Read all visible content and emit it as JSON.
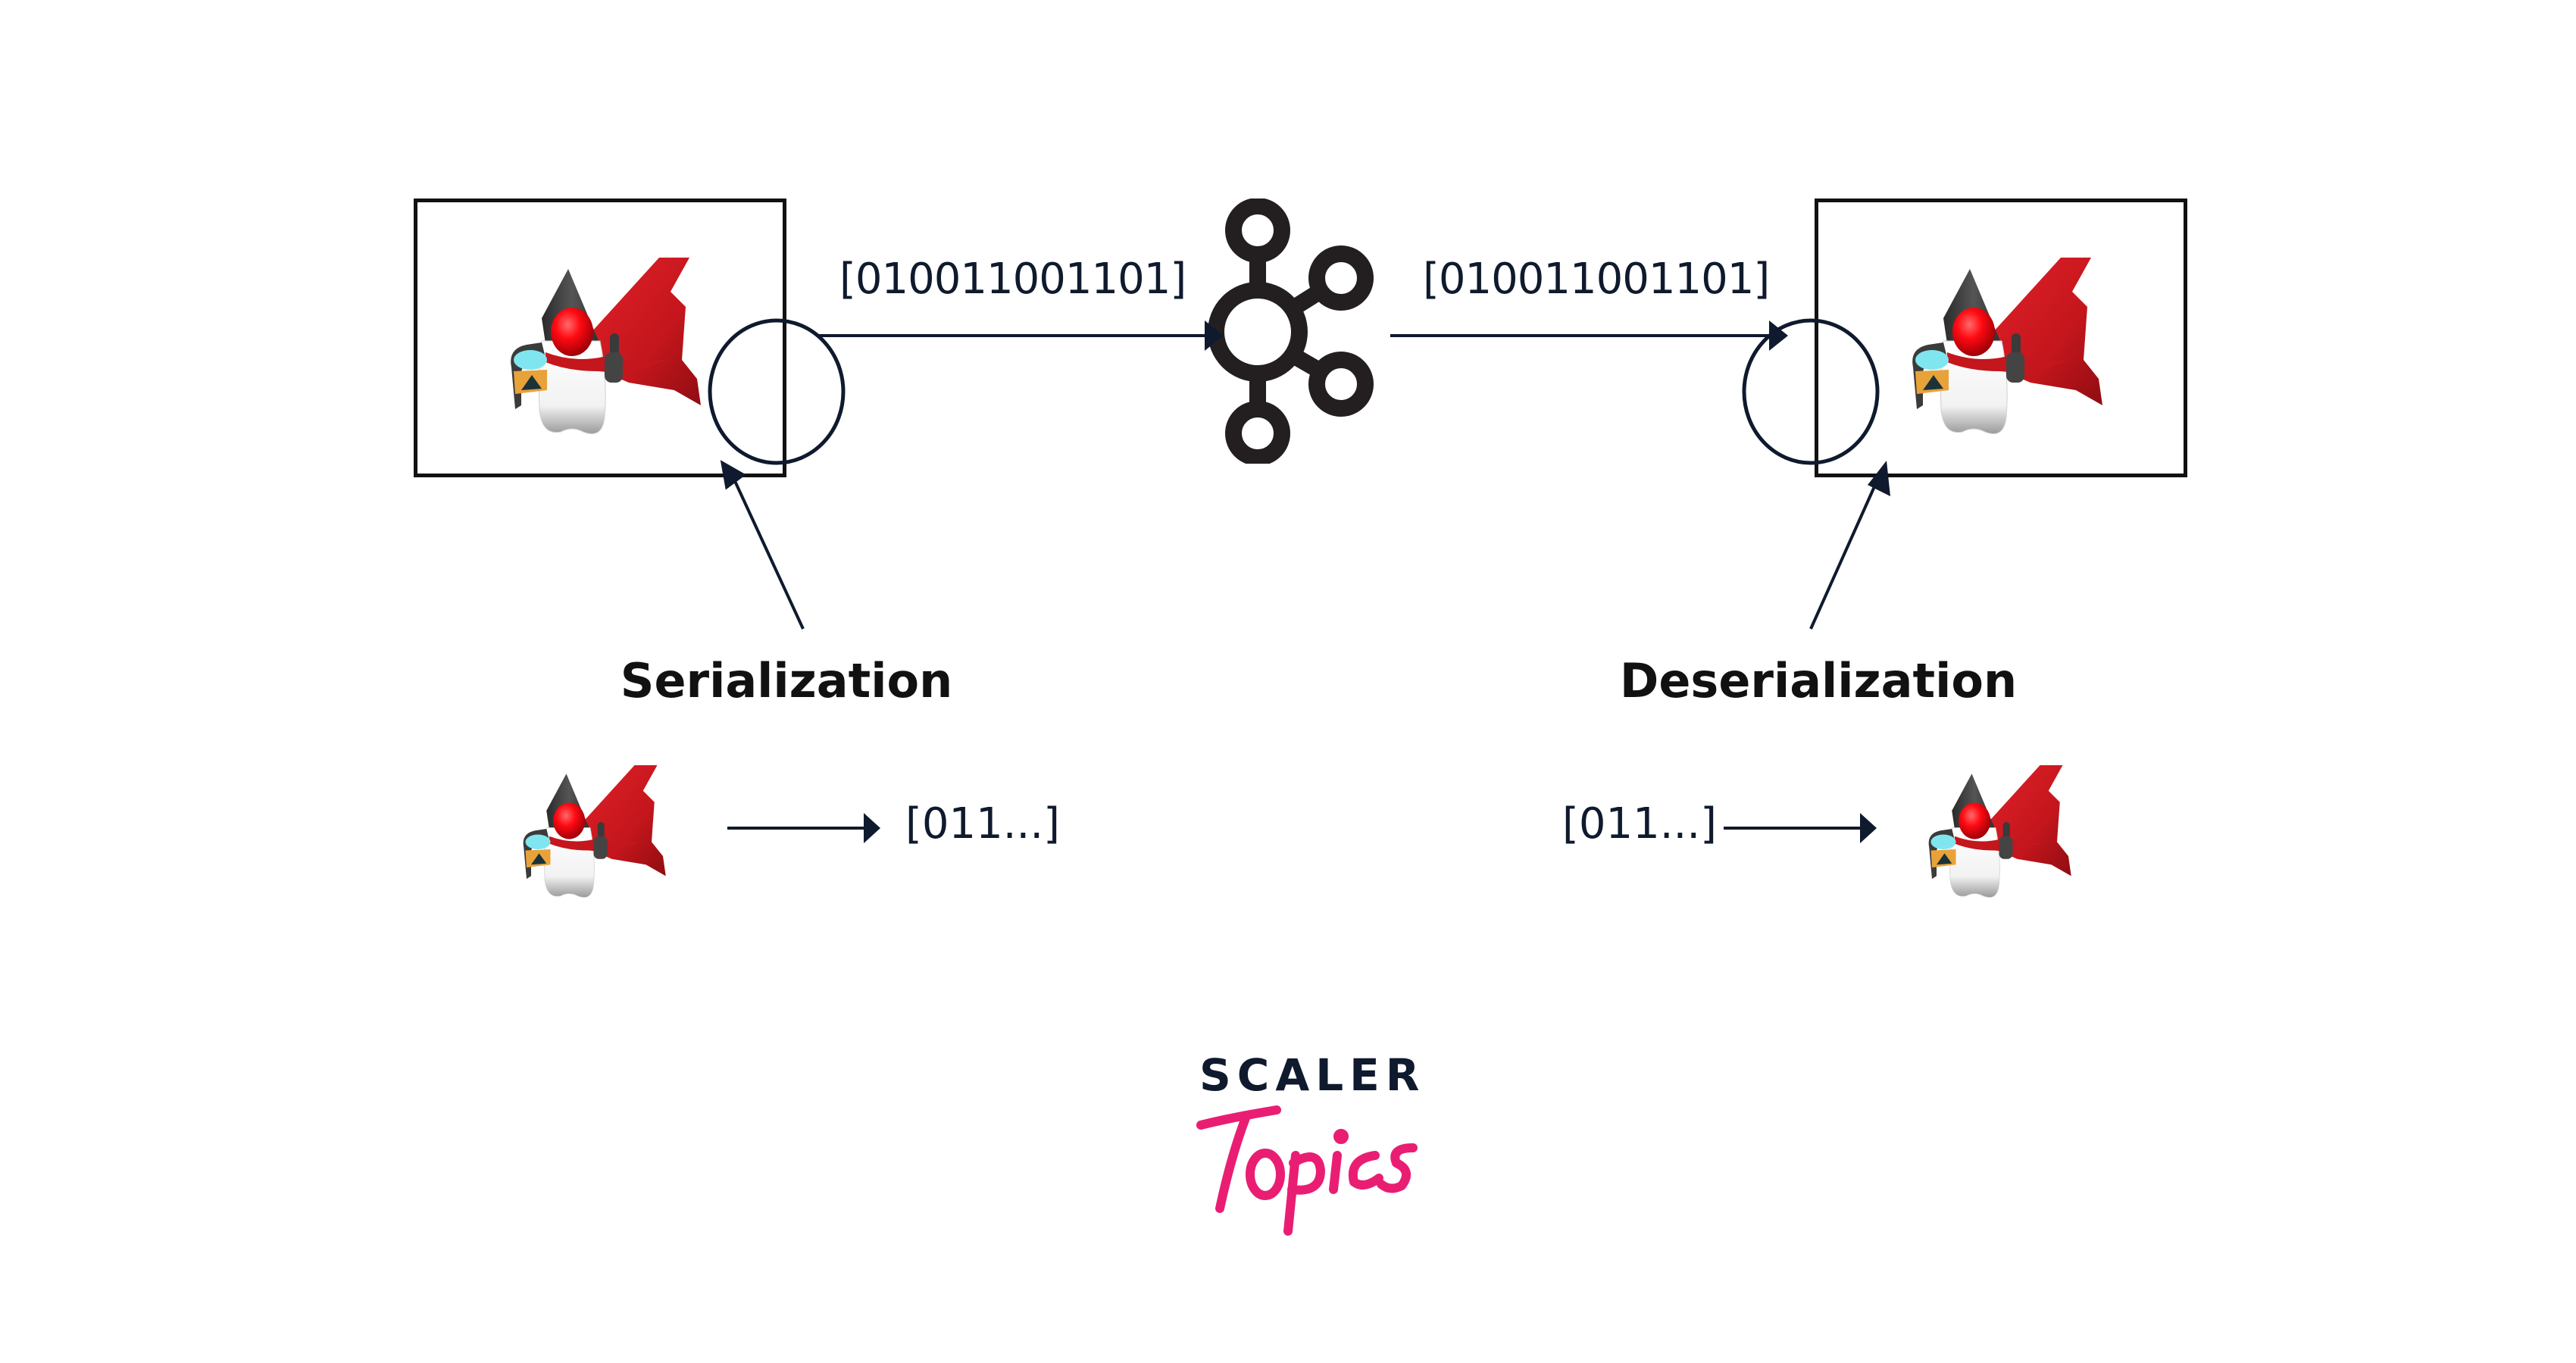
{
  "diagram": {
    "source_object_label": "Java object (Duke mascot)",
    "target_object_label": "Java object (Duke mascot)",
    "broker_icon": "kafka-icon",
    "binary_payload_left": "[010011001101]",
    "binary_payload_right": "[010011001101]",
    "serialization": {
      "title": "Serialization",
      "example_output": "[011...]"
    },
    "deserialization": {
      "title": "Deserialization",
      "example_input": "[011...]"
    },
    "colors": {
      "ink": "#0f1a2e",
      "box_border": "#111111",
      "duke_red": "#e3101a",
      "cape_red": "#c4161c",
      "kafka_black": "#231f20",
      "brand_pink": "#e91e73"
    }
  },
  "branding": {
    "line1": "SCALER",
    "line2": "Topics"
  }
}
